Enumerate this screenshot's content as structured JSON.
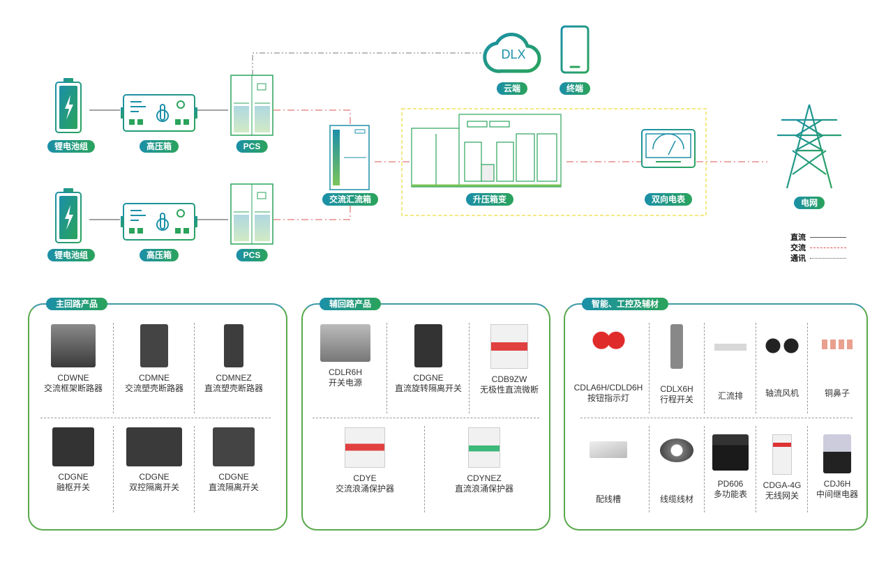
{
  "diagram": {
    "cloud_text": "DLX",
    "cloud_label": "云端",
    "terminal_label": "终端",
    "battery_label_1": "锂电池组",
    "battery_label_2": "锂电池组",
    "hv_box_label_1": "高压箱",
    "hv_box_label_2": "高压箱",
    "pcs_label_1": "PCS",
    "pcs_label_2": "PCS",
    "ac_combiner_label": "交流汇流箱",
    "transformer_label": "升压箱变",
    "meter_label": "双向电表",
    "grid_label": "电网"
  },
  "legend": {
    "dc": "直流",
    "ac": "交流",
    "comm": "通讯"
  },
  "colors": {
    "accent_green": "#2aa35b",
    "accent_teal": "#1b8fa8",
    "ac_line": "#d9534f",
    "dashed_box": "#f0e25a"
  },
  "panels": {
    "main": {
      "title": "主回路产品",
      "items": [
        {
          "model": "CDWNE",
          "name": "交流框架断路器"
        },
        {
          "model": "CDMNE",
          "name": "交流塑壳断路器"
        },
        {
          "model": "CDMNEZ",
          "name": "直流塑壳断路器"
        },
        {
          "model": "CDGNE",
          "name": "融枢开关"
        },
        {
          "model": "CDGNE",
          "name": "双控隔离开关"
        },
        {
          "model": "CDGNE",
          "name": "直流隔离开关"
        }
      ]
    },
    "aux": {
      "title": "辅回路产品",
      "items": [
        {
          "model": "CDLR6H",
          "name": "开关电源"
        },
        {
          "model": "CDGNE",
          "name": "直流旋转隔离开关"
        },
        {
          "model": "CDB9ZW",
          "name": "无极性直流微断"
        },
        {
          "model": "CDYE",
          "name": "交流浪涌保护器"
        },
        {
          "model": "CDYNEZ",
          "name": "直流浪涌保护器"
        }
      ]
    },
    "smart": {
      "title": "智能、工控及辅材",
      "items": [
        {
          "model": "CDLA6H/CDLD6H",
          "name": "按钮指示灯"
        },
        {
          "model": "CDLX6H",
          "name": "行程开关"
        },
        {
          "model": "",
          "name": "汇流排"
        },
        {
          "model": "",
          "name": "轴流风机"
        },
        {
          "model": "",
          "name": "铜鼻子"
        },
        {
          "model": "",
          "name": "配线槽"
        },
        {
          "model": "",
          "name": "线缆线材"
        },
        {
          "model": "PD606",
          "name": "多功能表"
        },
        {
          "model": "CDGA-4G",
          "name": "无线网关"
        },
        {
          "model": "CDJ6H",
          "name": "中间继电器"
        }
      ]
    }
  }
}
